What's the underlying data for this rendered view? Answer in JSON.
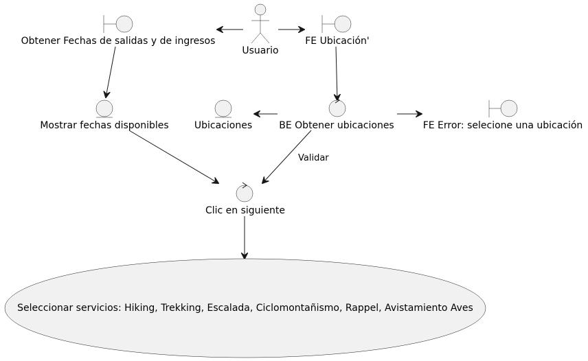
{
  "diagram": {
    "nodes": {
      "usuario": {
        "label": "Usuario",
        "kind": "actor"
      },
      "obtener_fechas": {
        "label": "Obtener Fechas de salidas y de ingresos",
        "kind": "boundary"
      },
      "fe_ubicacion": {
        "label": "FE Ubicación'",
        "kind": "boundary"
      },
      "mostrar_fechas": {
        "label": "Mostrar fechas disponibles",
        "kind": "entity"
      },
      "ubicaciones": {
        "label": "Ubicaciones",
        "kind": "entity"
      },
      "be_obtener": {
        "label": "BE Obtener ubicaciones",
        "kind": "control"
      },
      "fe_error": {
        "label": "FE Error: selecione una ubicación",
        "kind": "boundary"
      },
      "clic_siguiente": {
        "label": "Clic en siguiente",
        "kind": "control"
      },
      "seleccionar_servicios": {
        "label": "Seleccionar servicios: Hiking, Trekking, Escalada, Ciclomontañismo, Rappel, Avistamiento Aves",
        "kind": "usecase"
      }
    },
    "edges": {
      "validar": {
        "label": "Validar"
      }
    }
  }
}
